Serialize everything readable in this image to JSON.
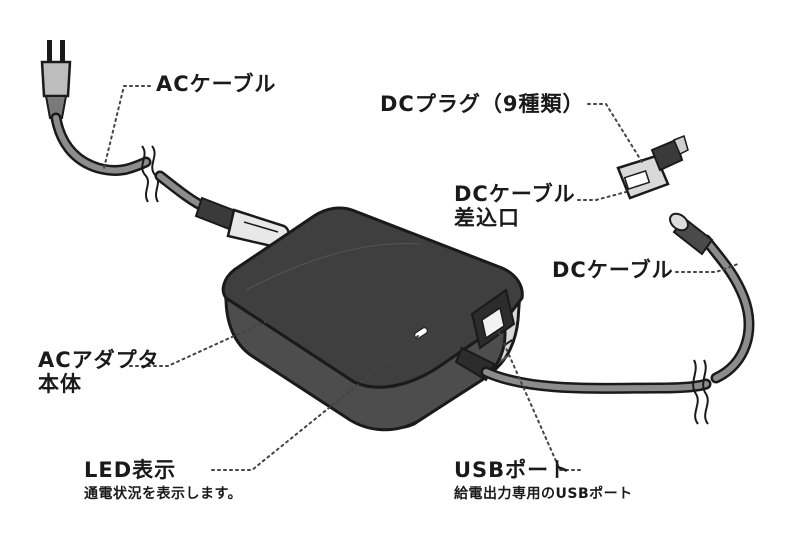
{
  "labels": {
    "ac_cable": "ACケーブル",
    "dc_plug": "DCプラグ（9種類）",
    "dc_cable_inlet_line1": "DCケーブル",
    "dc_cable_inlet_line2": "差込口",
    "dc_cable": "DCケーブル",
    "ac_adapter_line1": "ACアダプタ",
    "ac_adapter_line2": "本体",
    "led_title": "LED表示",
    "led_desc": "通電状況を表示します。",
    "usb_title": "USBポート",
    "usb_desc": "給電出力専用のUSBポート"
  },
  "colors": {
    "ink": "#1a1a1a",
    "adapter_body": "#4a4a4a",
    "adapter_top": "#3c3c3c",
    "adapter_side": "#d9d9d9",
    "cable": "#8c8c8c",
    "leader_dots": "#444444"
  }
}
